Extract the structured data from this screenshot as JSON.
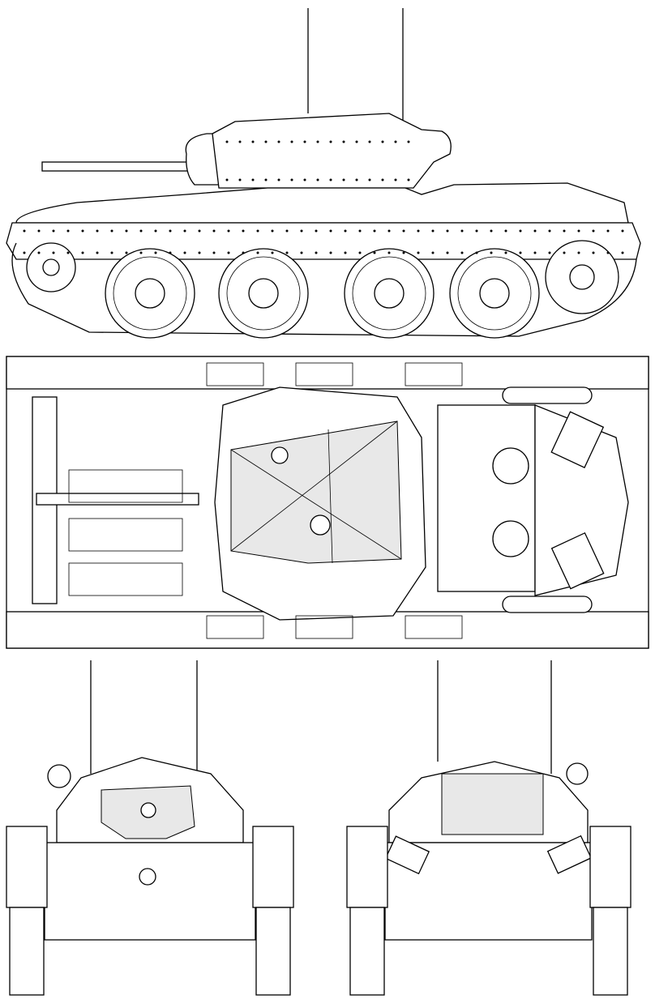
{
  "drawing": {
    "views": [
      "side",
      "top",
      "front",
      "rear"
    ],
    "colors": {
      "line": "#000000",
      "background": "#ffffff",
      "shade": "#e8e8e8"
    }
  }
}
